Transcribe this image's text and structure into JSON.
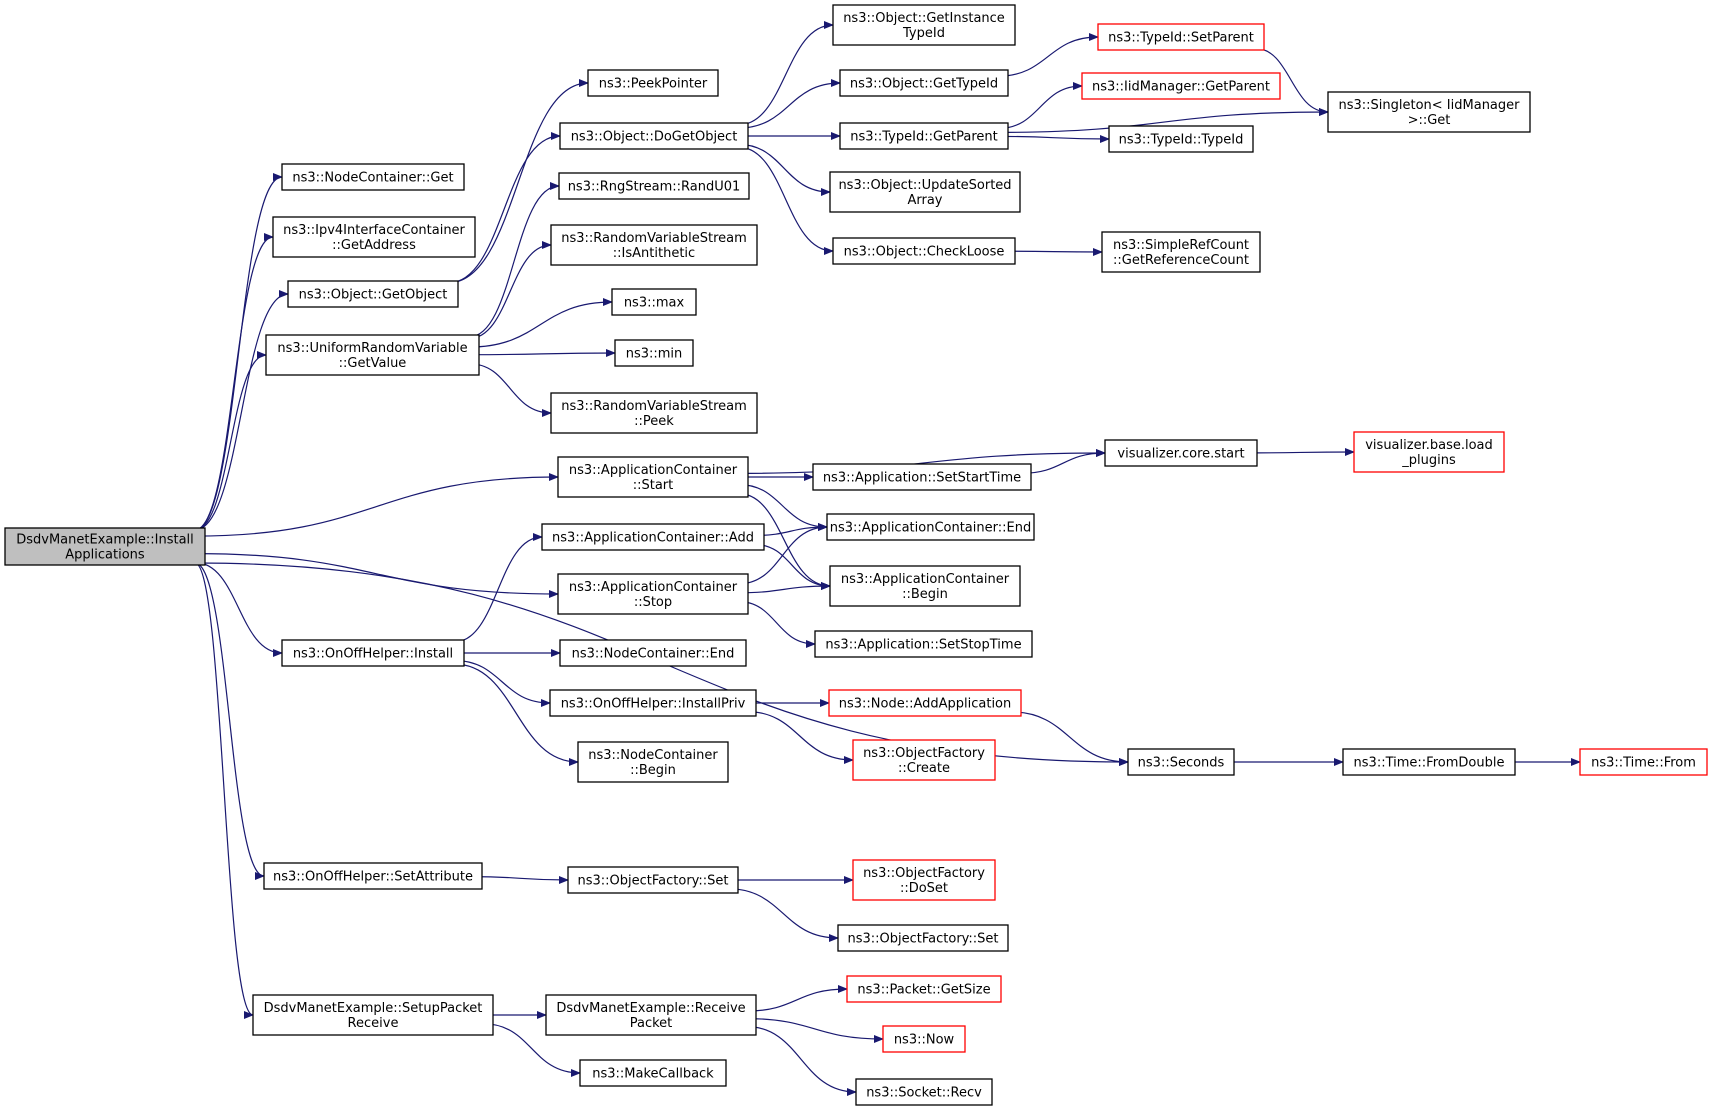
{
  "colors": {
    "edge": "#191970",
    "node_border": "#000000",
    "truncated_border": "#ff0000",
    "root_fill": "#bfbfbf",
    "node_fill": "#ffffff"
  },
  "nodes": [
    {
      "id": "root",
      "lines": [
        "DsdvManetExample::Install",
        "Applications"
      ],
      "style": "root"
    },
    {
      "id": "nc_get",
      "lines": [
        "ns3::NodeContainer::Get"
      ],
      "style": "normal"
    },
    {
      "id": "ipv4_getaddr",
      "lines": [
        "ns3::Ipv4InterfaceContainer",
        "::GetAddress"
      ],
      "style": "normal"
    },
    {
      "id": "obj_getobject",
      "lines": [
        "ns3::Object::GetObject"
      ],
      "style": "normal"
    },
    {
      "id": "urv_getvalue",
      "lines": [
        "ns3::UniformRandomVariable",
        "::GetValue"
      ],
      "style": "normal"
    },
    {
      "id": "peekpointer",
      "lines": [
        "ns3::PeekPointer"
      ],
      "style": "normal"
    },
    {
      "id": "dogetobject",
      "lines": [
        "ns3::Object::DoGetObject"
      ],
      "style": "normal"
    },
    {
      "id": "randu01",
      "lines": [
        "ns3::RngStream::RandU01"
      ],
      "style": "normal"
    },
    {
      "id": "isantithetic",
      "lines": [
        "ns3::RandomVariableStream",
        "::IsAntithetic"
      ],
      "style": "normal"
    },
    {
      "id": "max",
      "lines": [
        "ns3::max"
      ],
      "style": "normal"
    },
    {
      "id": "min",
      "lines": [
        "ns3::min"
      ],
      "style": "normal"
    },
    {
      "id": "rvs_peek",
      "lines": [
        "ns3::RandomVariableStream",
        "::Peek"
      ],
      "style": "normal"
    },
    {
      "id": "getinstancetypeid",
      "lines": [
        "ns3::Object::GetInstance",
        "TypeId"
      ],
      "style": "normal"
    },
    {
      "id": "gettypeid",
      "lines": [
        "ns3::Object::GetTypeId"
      ],
      "style": "normal"
    },
    {
      "id": "tid_getparent",
      "lines": [
        "ns3::TypeId::GetParent"
      ],
      "style": "normal"
    },
    {
      "id": "updatesorted",
      "lines": [
        "ns3::Object::UpdateSorted",
        "Array"
      ],
      "style": "normal"
    },
    {
      "id": "checkloose",
      "lines": [
        "ns3::Object::CheckLoose"
      ],
      "style": "normal"
    },
    {
      "id": "tid_setparent",
      "lines": [
        "ns3::TypeId::SetParent"
      ],
      "style": "truncated"
    },
    {
      "id": "iid_getparent",
      "lines": [
        "ns3::IidManager::GetParent"
      ],
      "style": "truncated"
    },
    {
      "id": "tid_typeid",
      "lines": [
        "ns3::TypeId::TypeId"
      ],
      "style": "normal"
    },
    {
      "id": "singleton_get",
      "lines": [
        "ns3::Singleton< IidManager",
        ">::Get"
      ],
      "style": "normal"
    },
    {
      "id": "getrefcount",
      "lines": [
        "ns3::SimpleRefCount",
        "::GetReferenceCount"
      ],
      "style": "normal"
    },
    {
      "id": "ac_start",
      "lines": [
        "ns3::ApplicationContainer",
        "::Start"
      ],
      "style": "normal"
    },
    {
      "id": "ac_add",
      "lines": [
        "ns3::ApplicationContainer::Add"
      ],
      "style": "normal"
    },
    {
      "id": "ac_stop",
      "lines": [
        "ns3::ApplicationContainer",
        "::Stop"
      ],
      "style": "normal"
    },
    {
      "id": "vis_start",
      "lines": [
        "visualizer.core.start"
      ],
      "style": "normal"
    },
    {
      "id": "vis_loadplugins",
      "lines": [
        "visualizer.base.load",
        "_plugins"
      ],
      "style": "truncated"
    },
    {
      "id": "app_setstarttime",
      "lines": [
        "ns3::Application::SetStartTime"
      ],
      "style": "normal"
    },
    {
      "id": "ac_end",
      "lines": [
        "ns3::ApplicationContainer::End"
      ],
      "style": "normal"
    },
    {
      "id": "ac_begin",
      "lines": [
        "ns3::ApplicationContainer",
        "::Begin"
      ],
      "style": "normal"
    },
    {
      "id": "app_setstoptime",
      "lines": [
        "ns3::Application::SetStopTime"
      ],
      "style": "normal"
    },
    {
      "id": "onoff_install",
      "lines": [
        "ns3::OnOffHelper::Install"
      ],
      "style": "normal"
    },
    {
      "id": "nc_end",
      "lines": [
        "ns3::NodeContainer::End"
      ],
      "style": "normal"
    },
    {
      "id": "onoff_installpriv",
      "lines": [
        "ns3::OnOffHelper::InstallPriv"
      ],
      "style": "normal"
    },
    {
      "id": "nc_begin",
      "lines": [
        "ns3::NodeContainer",
        "::Begin"
      ],
      "style": "normal"
    },
    {
      "id": "node_addapp",
      "lines": [
        "ns3::Node::AddApplication"
      ],
      "style": "truncated"
    },
    {
      "id": "of_create",
      "lines": [
        "ns3::ObjectFactory",
        "::Create"
      ],
      "style": "truncated"
    },
    {
      "id": "seconds",
      "lines": [
        "ns3::Seconds"
      ],
      "style": "normal"
    },
    {
      "id": "fromdouble",
      "lines": [
        "ns3::Time::FromDouble"
      ],
      "style": "normal"
    },
    {
      "id": "time_from",
      "lines": [
        "ns3::Time::From"
      ],
      "style": "truncated"
    },
    {
      "id": "onoff_setattr",
      "lines": [
        "ns3::OnOffHelper::SetAttribute"
      ],
      "style": "normal"
    },
    {
      "id": "of_set",
      "lines": [
        "ns3::ObjectFactory::Set"
      ],
      "style": "normal"
    },
    {
      "id": "of_doset",
      "lines": [
        "ns3::ObjectFactory",
        "::DoSet"
      ],
      "style": "truncated"
    },
    {
      "id": "of_set2",
      "lines": [
        "ns3::ObjectFactory::Set"
      ],
      "style": "normal"
    },
    {
      "id": "setuppacketreceive",
      "lines": [
        "DsdvManetExample::SetupPacket",
        "Receive"
      ],
      "style": "normal"
    },
    {
      "id": "receivepacket",
      "lines": [
        "DsdvManetExample::Receive",
        "Packet"
      ],
      "style": "normal"
    },
    {
      "id": "makecallback",
      "lines": [
        "ns3::MakeCallback"
      ],
      "style": "normal"
    },
    {
      "id": "pkt_getsize",
      "lines": [
        "ns3::Packet::GetSize"
      ],
      "style": "truncated"
    },
    {
      "id": "now",
      "lines": [
        "ns3::Now"
      ],
      "style": "truncated"
    },
    {
      "id": "sock_recv",
      "lines": [
        "ns3::Socket::Recv"
      ],
      "style": "normal"
    }
  ],
  "edges": [
    [
      "root",
      "nc_get"
    ],
    [
      "root",
      "ipv4_getaddr"
    ],
    [
      "root",
      "obj_getobject"
    ],
    [
      "root",
      "urv_getvalue"
    ],
    [
      "root",
      "ac_start"
    ],
    [
      "root",
      "ac_stop"
    ],
    [
      "root",
      "onoff_install"
    ],
    [
      "root",
      "seconds"
    ],
    [
      "root",
      "onoff_setattr"
    ],
    [
      "root",
      "setuppacketreceive"
    ],
    [
      "obj_getobject",
      "peekpointer"
    ],
    [
      "obj_getobject",
      "dogetobject"
    ],
    [
      "urv_getvalue",
      "randu01"
    ],
    [
      "urv_getvalue",
      "isantithetic"
    ],
    [
      "urv_getvalue",
      "max"
    ],
    [
      "urv_getvalue",
      "min"
    ],
    [
      "urv_getvalue",
      "rvs_peek"
    ],
    [
      "dogetobject",
      "getinstancetypeid"
    ],
    [
      "dogetobject",
      "gettypeid"
    ],
    [
      "dogetobject",
      "tid_getparent"
    ],
    [
      "dogetobject",
      "updatesorted"
    ],
    [
      "dogetobject",
      "checkloose"
    ],
    [
      "gettypeid",
      "tid_setparent"
    ],
    [
      "tid_setparent",
      "singleton_get"
    ],
    [
      "tid_getparent",
      "iid_getparent"
    ],
    [
      "tid_getparent",
      "tid_typeid"
    ],
    [
      "tid_getparent",
      "singleton_get"
    ],
    [
      "checkloose",
      "getrefcount"
    ],
    [
      "ac_start",
      "vis_start"
    ],
    [
      "ac_start",
      "app_setstarttime"
    ],
    [
      "ac_start",
      "ac_end"
    ],
    [
      "ac_start",
      "ac_begin"
    ],
    [
      "app_setstarttime",
      "vis_start"
    ],
    [
      "vis_start",
      "vis_loadplugins"
    ],
    [
      "ac_add",
      "ac_end"
    ],
    [
      "ac_add",
      "ac_begin"
    ],
    [
      "ac_stop",
      "ac_end"
    ],
    [
      "ac_stop",
      "ac_begin"
    ],
    [
      "ac_stop",
      "app_setstoptime"
    ],
    [
      "onoff_install",
      "ac_add"
    ],
    [
      "onoff_install",
      "nc_end"
    ],
    [
      "onoff_install",
      "onoff_installpriv"
    ],
    [
      "onoff_install",
      "nc_begin"
    ],
    [
      "onoff_installpriv",
      "node_addapp"
    ],
    [
      "onoff_installpriv",
      "of_create"
    ],
    [
      "node_addapp",
      "seconds"
    ],
    [
      "seconds",
      "fromdouble"
    ],
    [
      "fromdouble",
      "time_from"
    ],
    [
      "onoff_setattr",
      "of_set"
    ],
    [
      "of_set",
      "of_doset"
    ],
    [
      "of_set",
      "of_set2"
    ],
    [
      "setuppacketreceive",
      "receivepacket"
    ],
    [
      "setuppacketreceive",
      "makecallback"
    ],
    [
      "receivepacket",
      "pkt_getsize"
    ],
    [
      "receivepacket",
      "now"
    ],
    [
      "receivepacket",
      "sock_recv"
    ]
  ]
}
